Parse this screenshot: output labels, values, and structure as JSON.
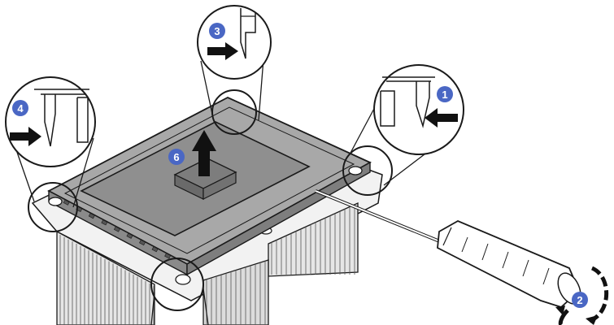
{
  "colors": {
    "line": "#1a1a1a",
    "plate": "#9a9a9a",
    "plate_dark": "#6e6e6e",
    "heatsink": "#e6e6e6",
    "heatsink_shadow": "#cfcfcf",
    "badge": "#4a67c4",
    "arrow": "#111111",
    "background": "#ffffff"
  },
  "steps": [
    {
      "id": "step-1",
      "label": "1",
      "icon": "arrow-left-icon"
    },
    {
      "id": "step-2",
      "label": "2",
      "icon": "rotate-icon"
    },
    {
      "id": "step-3",
      "label": "3",
      "icon": "arrow-right-icon"
    },
    {
      "id": "step-4",
      "label": "4",
      "icon": "arrow-right-icon"
    },
    {
      "id": "step-6",
      "label": "6",
      "icon": "arrow-up-icon"
    }
  ],
  "icons": [
    "screwdriver-icon",
    "processor-carrier-icon",
    "heat-sink-icon",
    "retention-clip-icon"
  ]
}
